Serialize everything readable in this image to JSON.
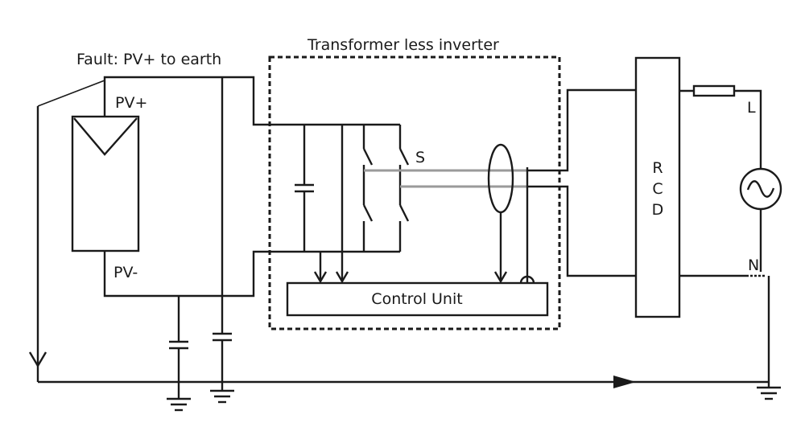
{
  "labels": {
    "fault": "Fault: PV+ to earth",
    "inverter_title": "Transformer less inverter",
    "pv_plus": "PV+",
    "pv_minus": "PV-",
    "switch": "S",
    "rcd": [
      "R",
      "C",
      "D"
    ],
    "line": "L",
    "neutral": "N",
    "control_unit": "Control Unit"
  },
  "colors": {
    "line": "#1a1a1a",
    "sense_wire": "#9a9a9a",
    "background": "#ffffff"
  }
}
